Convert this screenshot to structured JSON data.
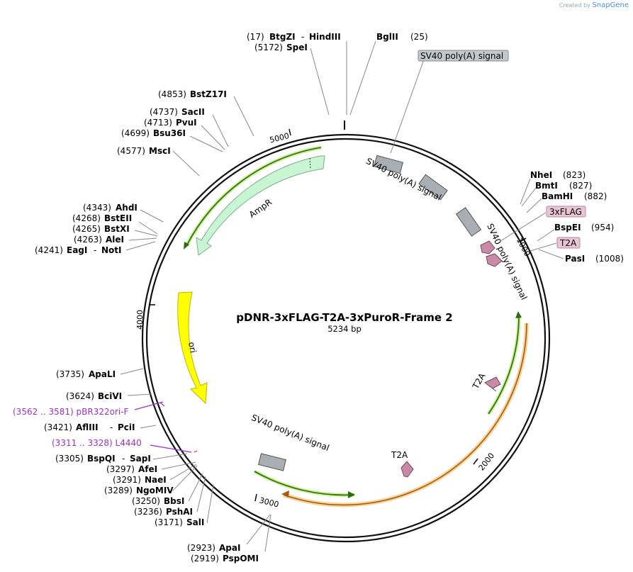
{
  "plasmid": {
    "name": "pDNR-3xFLAG-T2A-3xPuroR-Frame 2",
    "length_label": "5234 bp"
  },
  "credit": {
    "prefix": "Created by",
    "brand": "SnapGene"
  },
  "ticks": [
    "1000",
    "2000",
    "3000",
    "4000",
    "5000"
  ],
  "features": {
    "ampr": "AmpR",
    "ori": "ori",
    "sv40_top": "SV40 poly(A) signal",
    "sv40_a": "SV40 poly(A) signal",
    "sv40_b": "SV40 poly(A) signal",
    "sv40_bottom": "SV40 poly(A) signal",
    "t2a_right": "T2A",
    "t2a_bottom": "T2A",
    "flag_box": "3xFLAG",
    "t2a_box": "T2A"
  },
  "sites": {
    "btgzi_pos": "(17)",
    "btgzi": "BtgZI",
    "hindiii": "HindIII",
    "spei_pos": "(5172)",
    "spei": "SpeI",
    "bglii": "BglII",
    "bglii_pos": "(25)",
    "bstz17i_pos": "(4853)",
    "bstz17i": "BstZ17I",
    "sacii_pos": "(4737)",
    "sacii": "SacII",
    "pvui_pos": "(4713)",
    "pvui": "PvuI",
    "bsu36i_pos": "(4699)",
    "bsu36i": "Bsu36I",
    "msci_pos": "(4577)",
    "msci": "MscI",
    "ahdi_pos": "(4343)",
    "ahdi": "AhdI",
    "bsteii_pos": "(4268)",
    "bsteii": "BstEII",
    "bstxi_pos": "(4265)",
    "bstxi": "BstXI",
    "alei_pos": "(4263)",
    "alei": "AleI",
    "eagi_pos": "(4241)",
    "eagi": "EagI",
    "noti": "NotI",
    "nhei": "NheI",
    "nhei_pos": "(823)",
    "bmti": "BmtI",
    "bmti_pos": "(827)",
    "bamhi": "BamHI",
    "bamhi_pos": "(882)",
    "bspei": "BspEI",
    "bspei_pos": "(954)",
    "pasi": "PasI",
    "pasi_pos": "(1008)",
    "apali_pos": "(3735)",
    "apali": "ApaLI",
    "bcivi_pos": "(3624)",
    "bcivi": "BciVI",
    "pbr_primer": "(3562 .. 3581)  pBR322ori-F",
    "afliii_pos": "(3421)",
    "afliii": "AflIII",
    "pcii": "PciI",
    "l4440_primer": "(3311 .. 3328)  L4440",
    "bspqi_pos": "(3305)",
    "bspqi": "BspQI",
    "sapi": "SapI",
    "afei_pos": "(3297)",
    "afei": "AfeI",
    "naei_pos": "(3291)",
    "naei": "NaeI",
    "ngomiv_pos": "(3289)",
    "ngomiv": "NgoMIV",
    "bbsi_pos": "(3250)",
    "bbsi": "BbsI",
    "pshai_pos": "(3236)",
    "pshai": "PshAI",
    "sali_pos": "(3171)",
    "sali": "SalI",
    "apai_pos": "(2923)",
    "apai": "ApaI",
    "pspomi_pos": "(2919)",
    "pspomi": "PspOMI"
  },
  "colors": {
    "ampr": "#c8f5d2",
    "ori": "#ffff00",
    "sv40": "#a9adb4",
    "t2a": "#c98aa8",
    "primer": "#9b30c9",
    "label_box": "#e8c4d4"
  }
}
